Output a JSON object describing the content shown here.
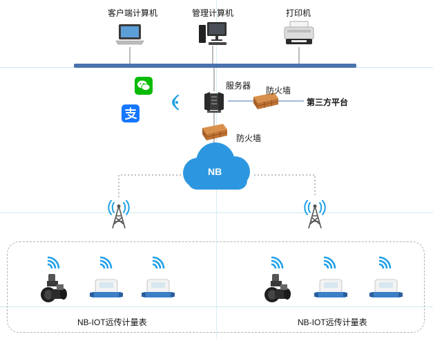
{
  "top_devices": {
    "client_pc": "客户端计算机",
    "admin_pc": "管理计算机",
    "printer": "打印机"
  },
  "server": "服务器",
  "firewall_right": "防火墙",
  "firewall_bottom": "防火墙",
  "third_party": "第三方平台",
  "cloud": "NB",
  "meter_group_left": "NB-IOT远传计量表",
  "meter_group_right": "NB-IOT远传计量表",
  "colors": {
    "bus": "#4a73ad",
    "cloud": "#2c97e0",
    "firewall": "#c87a3a",
    "wifi": "#1e9fe6",
    "wechat": "#09bb07",
    "alipay": "#1677ff",
    "dash": "#b0b0b0",
    "guide": "#bfe3ec"
  },
  "icons": [
    "laptop-icon",
    "desktop-computer-icon",
    "printer-icon",
    "server-icon",
    "firewall-icon",
    "wechat-icon",
    "alipay-icon",
    "wireless-icon",
    "cloud-icon",
    "cell-tower-icon",
    "valve-meter-icon",
    "water-meter-icon"
  ]
}
